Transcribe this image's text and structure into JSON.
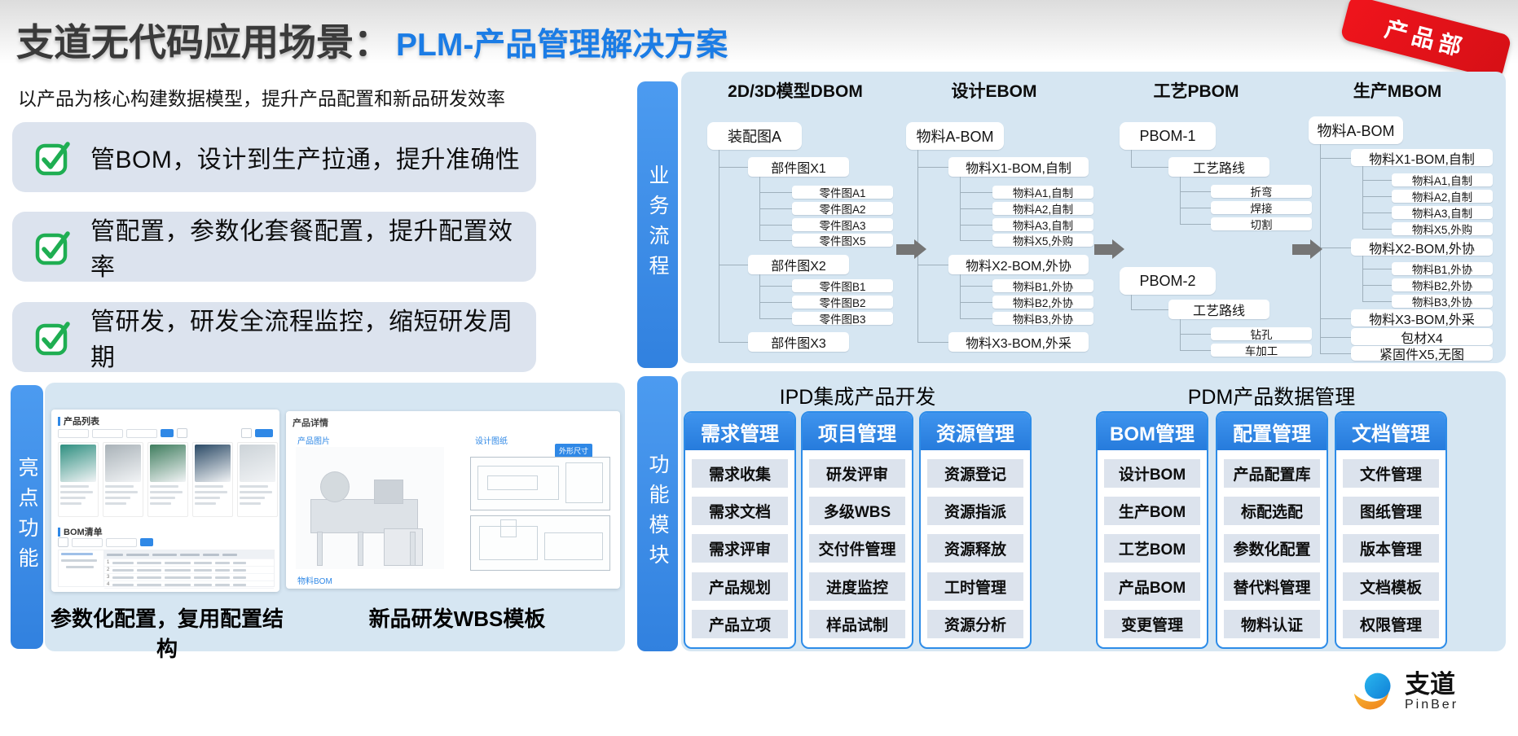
{
  "header": {
    "title_black": "支道无代码应用场景：",
    "title_blue": "PLM-产品管理解决方案",
    "ribbon": "产品部"
  },
  "intro": {
    "subtitle": "以产品为核心构建数据模型，提升产品配置和新品研发效率",
    "bullets": [
      "管BOM，设计到生产拉通，提升准确性",
      "管配置，参数化套餐配置，提升配置效率",
      "管研发，研发全流程监控，缩短研发周期"
    ]
  },
  "highlights": {
    "tab": "亮点功能",
    "captions": [
      "参数化配置，复用配置结构",
      "新品研发WBS模板"
    ],
    "shot1": {
      "title": "产品列表",
      "section2": "BOM清单",
      "thumb_colors": [
        "#2e8f80",
        "#a9b2b8",
        "#3f7d5e",
        "#2b4a66",
        "#ccd3d8"
      ],
      "row_numbers": [
        "1",
        "2",
        "3",
        "4"
      ]
    },
    "shot2": {
      "title": "产品详情",
      "label_left": "产品图片",
      "label_right": "设计图纸",
      "chip": "外形尺寸",
      "label_bottom": "物料BOM"
    }
  },
  "process": {
    "tab": "业务流程",
    "columns": [
      {
        "title": "2D/3D模型DBOM",
        "nodes": [
          {
            "t": "装配图A",
            "lv": 0
          },
          {
            "t": "部件图X1",
            "lv": 1
          },
          {
            "t": "零件图A1",
            "lv": 2
          },
          {
            "t": "零件图A2",
            "lv": 2
          },
          {
            "t": "零件图A3",
            "lv": 2
          },
          {
            "t": "零件图X5",
            "lv": 2
          },
          {
            "t": "部件图X2",
            "lv": 1
          },
          {
            "t": "零件图B1",
            "lv": 2
          },
          {
            "t": "零件图B2",
            "lv": 2
          },
          {
            "t": "零件图B3",
            "lv": 2
          },
          {
            "t": "部件图X3",
            "lv": 1
          }
        ]
      },
      {
        "title": "设计EBOM",
        "nodes": [
          {
            "t": "物料A-BOM",
            "lv": 0
          },
          {
            "t": "物料X1-BOM,自制",
            "lv": 1
          },
          {
            "t": "物料A1,自制",
            "lv": 2
          },
          {
            "t": "物料A2,自制",
            "lv": 2
          },
          {
            "t": "物料A3,自制",
            "lv": 2
          },
          {
            "t": "物料X5,外购",
            "lv": 2
          },
          {
            "t": "物料X2-BOM,外协",
            "lv": 1
          },
          {
            "t": "物料B1,外协",
            "lv": 2
          },
          {
            "t": "物料B2,外协",
            "lv": 2
          },
          {
            "t": "物料B3,外协",
            "lv": 2
          },
          {
            "t": "物料X3-BOM,外采",
            "lv": 1
          }
        ]
      },
      {
        "title": "工艺PBOM",
        "nodes": [
          {
            "t": "PBOM-1",
            "lv": 0
          },
          {
            "t": "工艺路线",
            "lv": 1
          },
          {
            "t": "折弯",
            "lv": 2
          },
          {
            "t": "焊接",
            "lv": 2
          },
          {
            "t": "切割",
            "lv": 2
          },
          {
            "t": "PBOM-2",
            "lv": 0
          },
          {
            "t": "工艺路线",
            "lv": 1
          },
          {
            "t": "钻孔",
            "lv": 2
          },
          {
            "t": "车加工",
            "lv": 2
          }
        ]
      },
      {
        "title": "生产MBOM",
        "nodes": [
          {
            "t": "物料A-BOM",
            "lv": 0
          },
          {
            "t": "物料X1-BOM,自制",
            "lv": 1
          },
          {
            "t": "物料A1,自制",
            "lv": 2
          },
          {
            "t": "物料A2,自制",
            "lv": 2
          },
          {
            "t": "物料A3,自制",
            "lv": 2
          },
          {
            "t": "物料X5,外购",
            "lv": 2
          },
          {
            "t": "物料X2-BOM,外协",
            "lv": 1
          },
          {
            "t": "物料B1,外协",
            "lv": 2
          },
          {
            "t": "物料B2,外协",
            "lv": 2
          },
          {
            "t": "物料B3,外协",
            "lv": 2
          },
          {
            "t": "物料X3-BOM,外采",
            "lv": 1
          },
          {
            "t": "包材X4",
            "lv": 1
          },
          {
            "t": "紧固件X5,无图",
            "lv": 1
          }
        ]
      }
    ]
  },
  "modules": {
    "tab": "功能模块",
    "groups": [
      {
        "title": "IPD集成产品开发"
      },
      {
        "title": "PDM产品数据管理"
      }
    ],
    "columns": [
      {
        "header": "需求管理",
        "group": 0,
        "items": [
          "需求收集",
          "需求文档",
          "需求评审",
          "产品规划",
          "产品立项"
        ]
      },
      {
        "header": "项目管理",
        "group": 0,
        "items": [
          "研发评审",
          "多级WBS",
          "交付件管理",
          "进度监控",
          "样品试制"
        ]
      },
      {
        "header": "资源管理",
        "group": 0,
        "items": [
          "资源登记",
          "资源指派",
          "资源释放",
          "工时管理",
          "资源分析"
        ]
      },
      {
        "header": "BOM管理",
        "group": 1,
        "items": [
          "设计BOM",
          "生产BOM",
          "工艺BOM",
          "产品BOM",
          "变更管理"
        ]
      },
      {
        "header": "配置管理",
        "group": 1,
        "items": [
          "产品配置库",
          "标配选配",
          "参数化配置",
          "替代料管理",
          "物料认证"
        ]
      },
      {
        "header": "文档管理",
        "group": 1,
        "items": [
          "文件管理",
          "图纸管理",
          "版本管理",
          "文档模板",
          "权限管理"
        ]
      }
    ]
  },
  "logo": {
    "name": "支道",
    "sub": "PinBer"
  },
  "colors": {
    "title_blue": "#1b7ce5",
    "tab_blue": "#3e8ee8",
    "module_header_blue": "#2f88e6",
    "panel_blue": "#d6e6f2",
    "bullet_gray": "#dce3ee",
    "check_green": "#1fae52",
    "ribbon_red": "#e8121c",
    "arrow_gray": "#757575"
  }
}
